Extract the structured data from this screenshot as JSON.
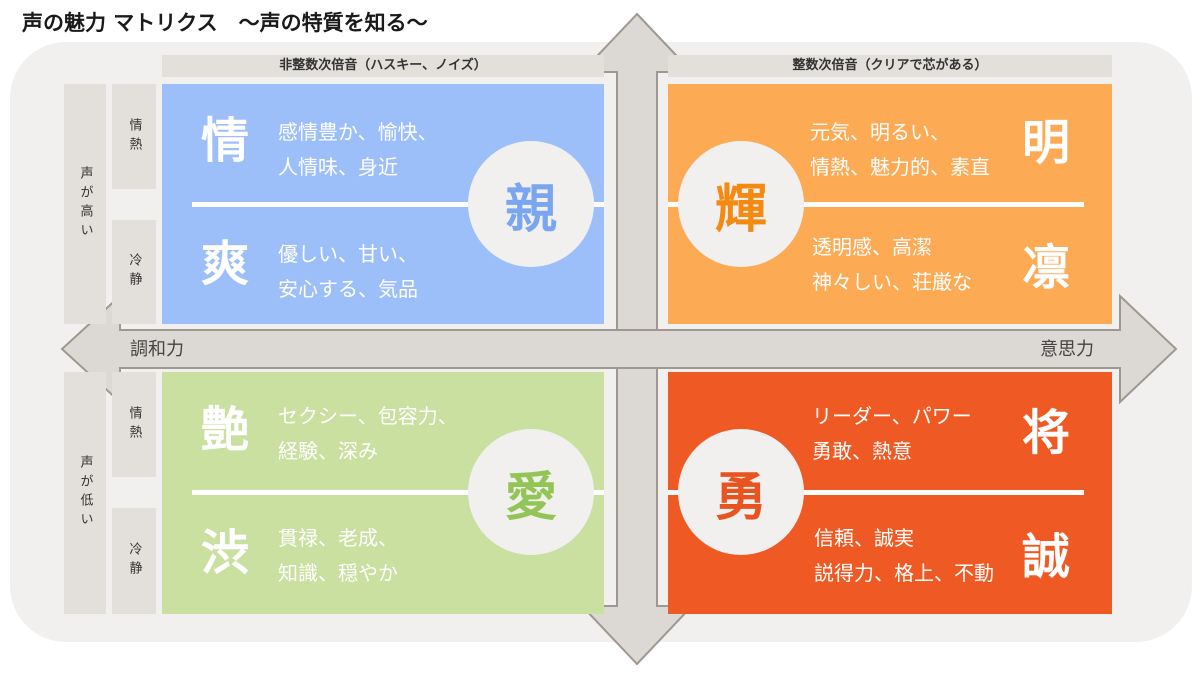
{
  "title": "声の魅力 マトリクス　～声の特質を知る～",
  "headers": {
    "left": "非整数次倍音（ハスキー、ノイズ）",
    "right": "整数次倍音（クリアで芯がある）"
  },
  "rows": {
    "high": "声が高い",
    "low": "声が低い",
    "passion": "情熱",
    "calm": "冷静"
  },
  "axes": {
    "left": "調和力",
    "right": "意思力"
  },
  "quadrants": {
    "top_left": {
      "center": "親",
      "upper_kanji": "情",
      "upper_desc": [
        "感情豊か、愉快、",
        "人情味、身近"
      ],
      "lower_kanji": "爽",
      "lower_desc": [
        "優しい、甘い、",
        "安心する、気品"
      ]
    },
    "top_right": {
      "center": "輝",
      "upper_kanji": "明",
      "upper_desc": [
        "元気、明るい、",
        "情熱、魅力的、素直"
      ],
      "lower_kanji": "凛",
      "lower_desc": [
        "透明感、高潔",
        "神々しい、荘厳な"
      ]
    },
    "bottom_left": {
      "center": "愛",
      "upper_kanji": "艶",
      "upper_desc": [
        "セクシー、包容力、",
        "経験、深み"
      ],
      "lower_kanji": "渋",
      "lower_desc": [
        "貫禄、老成、",
        "知識、穏やか"
      ]
    },
    "bottom_right": {
      "center": "勇",
      "upper_kanji": "将",
      "upper_desc": [
        "リーダー、パワー",
        "勇敢、熱意"
      ],
      "lower_kanji": "誠",
      "lower_desc": [
        "信頼、誠実",
        "説得力、格上、不動"
      ]
    }
  },
  "colors": {
    "top_left": "#9cbff9",
    "top_right": "#fdaa55",
    "bottom_left": "#c9e0a0",
    "bottom_right": "#ef5a24",
    "center_top_left": "#7aa6f0",
    "center_top_right": "#f48a12",
    "center_bottom_left": "#93c456",
    "center_bottom_right": "#e8541f",
    "panel": "#f1f0ef",
    "arrow": "#dcd8d3",
    "arrow_stroke": "#9e9890"
  }
}
